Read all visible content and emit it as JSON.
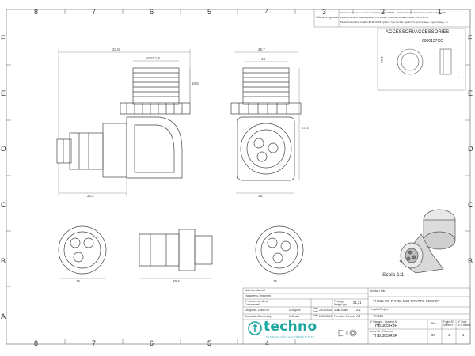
{
  "frame": {
    "col_labels": [
      "8",
      "7",
      "6",
      "5",
      "4",
      "3",
      "2",
      "1"
    ],
    "row_labels": [
      "F",
      "E",
      "D",
      "C",
      "B",
      "A"
    ]
  },
  "tolerance": {
    "label": "Tolleranze - general",
    "notes": [
      "Particolari stampati in materiale termoplastico: ISO 2768MK - Particolari lavorati da materiale plastico: UNI EN 22768",
      "Particolari tornati in materiale plastico: ISO 2768MK - Particolari tornati in metallo: UNI EN 22768",
      "Particolari tranciati in metallo: UNI EN 22768 - grado f / f (se non fatto - grado f / f) / punti di piega - angoli di piega - ±1"
    ]
  },
  "accessory": {
    "title": "ACCESSORI/ACCESSORIES",
    "code": "6000157CC",
    "dims": [
      "C30,5",
      "7"
    ]
  },
  "dimensions": {
    "main_width": "33,8",
    "thread": "M25X1,5",
    "thread_len": "10,5",
    "depth": "22,4",
    "front_diam": "36,7",
    "front_inner": "18",
    "front_height": "47,2",
    "bottom_diam_left": "16",
    "bottom_len": "29,4",
    "bottom_diam_right": "16"
  },
  "scale_label": "Scala 1:1",
  "title_block": {
    "title_label": "Titolo-Title:",
    "title_value": "THS65 90° PANEL M20 FRUTTO SOCKET",
    "material_label": "Materiale-Material:",
    "treatment_label": "Trattamento-Treatment:",
    "customer_doc_label": "N° documento cliente",
    "customer_doc_label_en": "Customer ref:",
    "weight_label": "Peso (gr)",
    "weight_label_en": "Weight (gr)",
    "weight_value": "21,31",
    "drawn_label": "Disegnato - Drawn by:",
    "drawn_value": "D.Negroni",
    "date_label": "Data",
    "date_label_en": "Date",
    "drawn_date": "2023-05-16",
    "scale_label": "Scala-Scale:",
    "scale_value": "2:1",
    "checked_label": "Controllato-Checked by:",
    "checked_value": "M.Strada",
    "checked_date": "2023-05-16",
    "format_label": "Formato - Format:",
    "format_value": "A3",
    "project_label": "Progetto/Project:",
    "project_value": "THS65",
    "drawing_no_label": "N° Disegno - Drawing N°",
    "drawing_no_value": "THB.365.R3F",
    "file_label": "Nome file - Filename",
    "file_value": "THB.365.R3F",
    "rev_label": "Rev.",
    "rev_value": "00",
    "sheet_label": "Foglio N°",
    "sheet_label_en": "Sheet N°",
    "sheet_value": "1",
    "sheets_label": "N° Fogli",
    "sheets_label_en": "N°of sheets",
    "sheets_value": "1"
  },
  "logo": {
    "name": "techno",
    "tagline": "TECHNOLOGY & CONNECTIVITY"
  }
}
